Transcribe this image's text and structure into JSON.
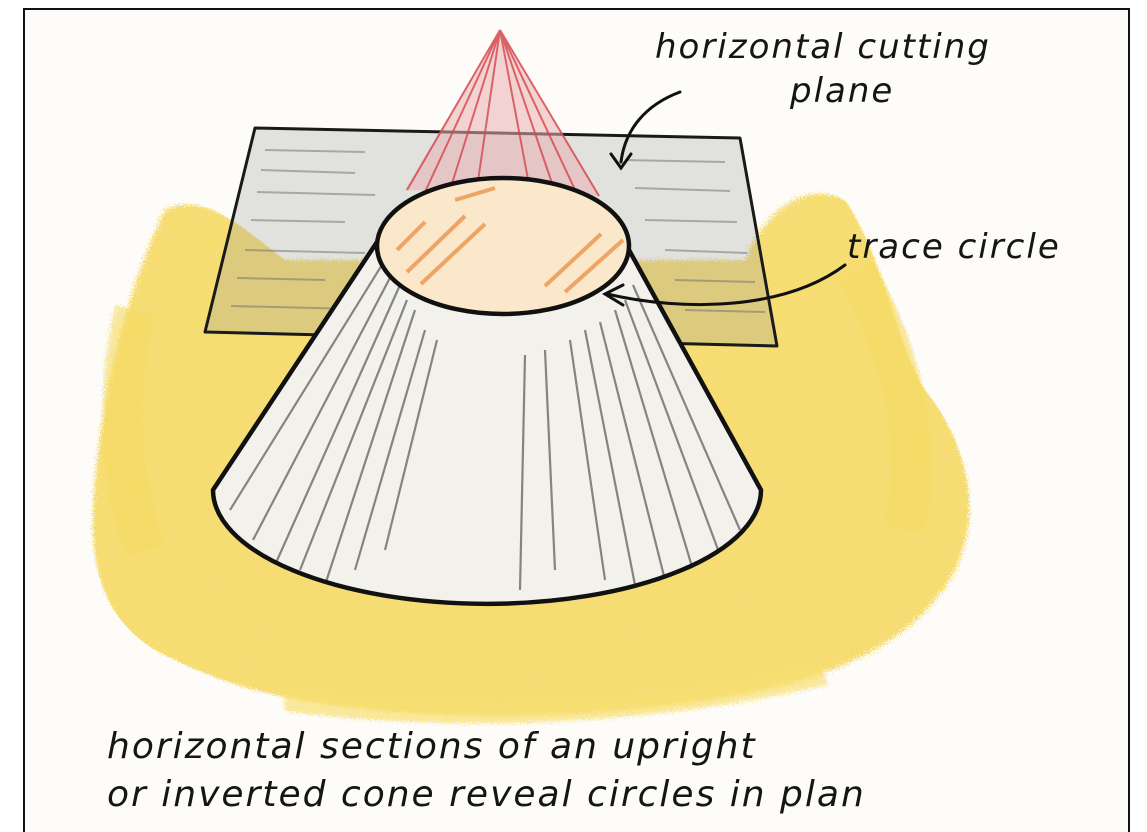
{
  "labels": {
    "cutting_plane_line1": "horizontal cutting",
    "cutting_plane_line2": "plane",
    "trace_circle": "trace circle",
    "caption_line1": "horizontal sections of an upright",
    "caption_line2": "or inverted cone reveal circles in plan"
  },
  "colors": {
    "paper": "#fdfcf8",
    "yellow_wash": "#f2cf3a",
    "apex_red": "#d6454d",
    "ink": "#151515",
    "plane_shade": "#8c8c8c",
    "section_orange": "#e8883a"
  }
}
